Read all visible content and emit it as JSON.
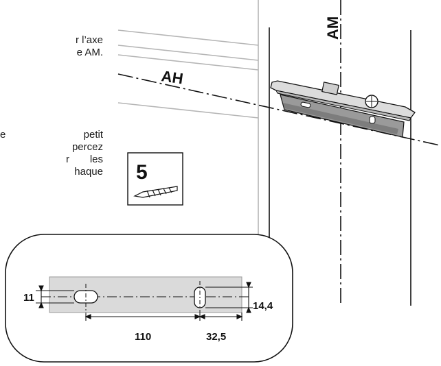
{
  "instructions": {
    "top_lines": [
      "r l’axe",
      "e AM."
    ],
    "bottom_lines": [
      {
        "parts": [
          "e",
          "petit"
        ]
      },
      {
        "parts": [
          "percez"
        ]
      },
      {
        "parts": [
          "r",
          "les"
        ]
      },
      {
        "parts": [
          "haque"
        ]
      }
    ]
  },
  "diagram": {
    "axis_ah_label": "AH",
    "axis_am_label": "AM",
    "drill_bit_size": "5",
    "dimensions": {
      "slot_spacing": "110",
      "slot_offset": "32,5",
      "slot_height_left": "11",
      "slot_height_right": "14,4"
    }
  },
  "colors": {
    "line": "#111111",
    "wall_line": "#b5b5b5",
    "bracket_fill": "#d9d9d9",
    "bracket_dark": "#8a8a8a"
  }
}
